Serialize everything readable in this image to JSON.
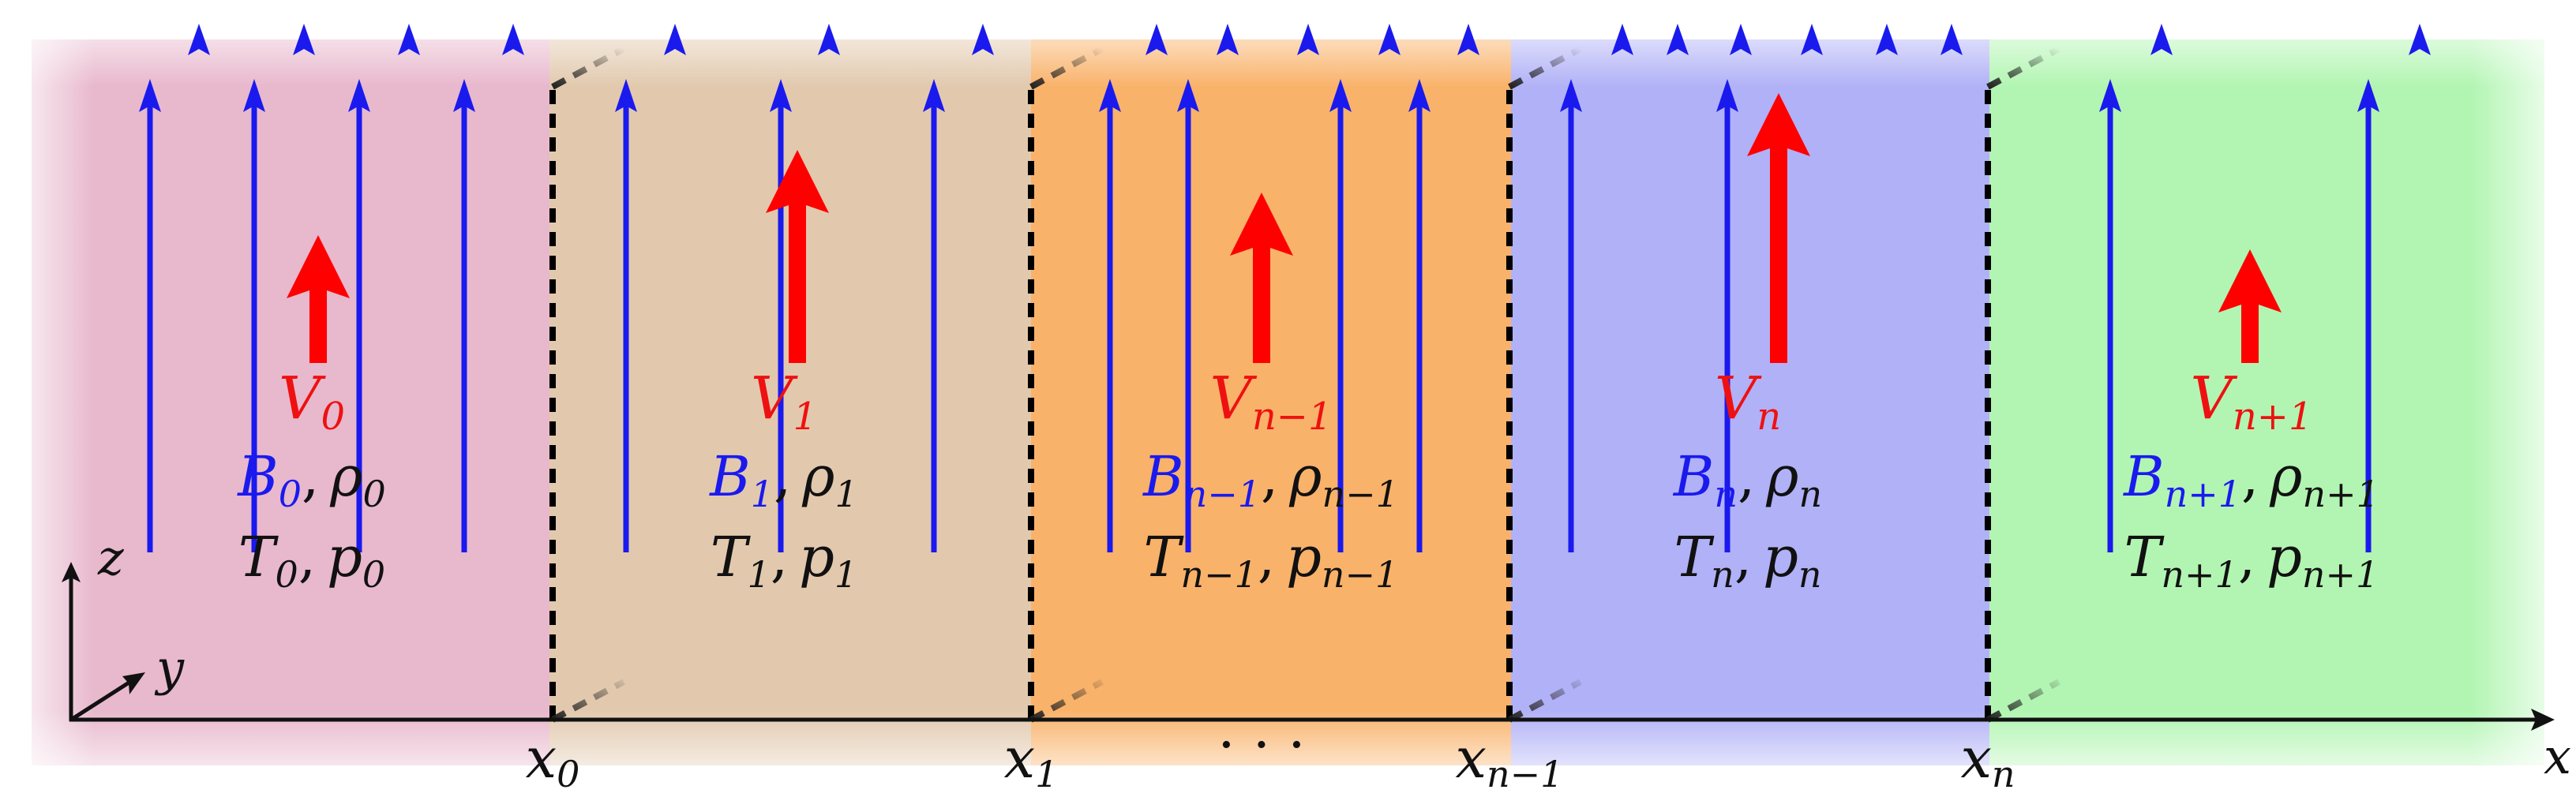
{
  "colors": {
    "field_line": "#1a1aee",
    "velocity_arrow": "#ff0000",
    "interface": "#000000",
    "region_0": "#e8b8cd",
    "region_1": "#e2c9ae",
    "region_n_minus_1": "#f9b26a",
    "region_n": "#b1b1f7",
    "region_n_plus_1": "#b2f5b2"
  },
  "axes": {
    "x_label": "x",
    "y_label": "y",
    "z_label": "z"
  },
  "interfaces": [
    {
      "base": "x",
      "sub": "0"
    },
    {
      "base": "x",
      "sub": "1"
    },
    {
      "base": "x",
      "sub": "n−1"
    },
    {
      "base": "x",
      "sub": "n"
    }
  ],
  "ellipsis": "· · ·",
  "regions": [
    {
      "id": "region-0",
      "v": "V",
      "v_sub": "0",
      "b": "B",
      "b_sub": "0",
      "rho": "ρ",
      "rho_sub": "0",
      "t": "T",
      "t_sub": "0",
      "p": "p",
      "p_sub": "0",
      "velocity_magnitude": 0.45
    },
    {
      "id": "region-1",
      "v": "V",
      "v_sub": "1",
      "b": "B",
      "b_sub": "1",
      "rho": "ρ",
      "rho_sub": "1",
      "t": "T",
      "t_sub": "1",
      "p": "p",
      "p_sub": "1",
      "velocity_magnitude": 0.75
    },
    {
      "id": "region-n-minus-1",
      "v": "V",
      "v_sub": "n−1",
      "b": "B",
      "b_sub": "n−1",
      "rho": "ρ",
      "rho_sub": "n−1",
      "t": "T",
      "t_sub": "n−1",
      "p": "p",
      "p_sub": "n−1",
      "velocity_magnitude": 0.6
    },
    {
      "id": "region-n",
      "v": "V",
      "v_sub": "n",
      "b": "B",
      "b_sub": "n",
      "rho": "ρ",
      "rho_sub": "n",
      "t": "T",
      "t_sub": "n",
      "p": "p",
      "p_sub": "n",
      "velocity_magnitude": 0.95
    },
    {
      "id": "region-n-plus-1",
      "v": "V",
      "v_sub": "n+1",
      "b": "B",
      "b_sub": "n+1",
      "rho": "ρ",
      "rho_sub": "n+1",
      "t": "T",
      "t_sub": "n+1",
      "p": "p",
      "p_sub": "n+1",
      "velocity_magnitude": 0.4
    }
  ],
  "separator": ","
}
